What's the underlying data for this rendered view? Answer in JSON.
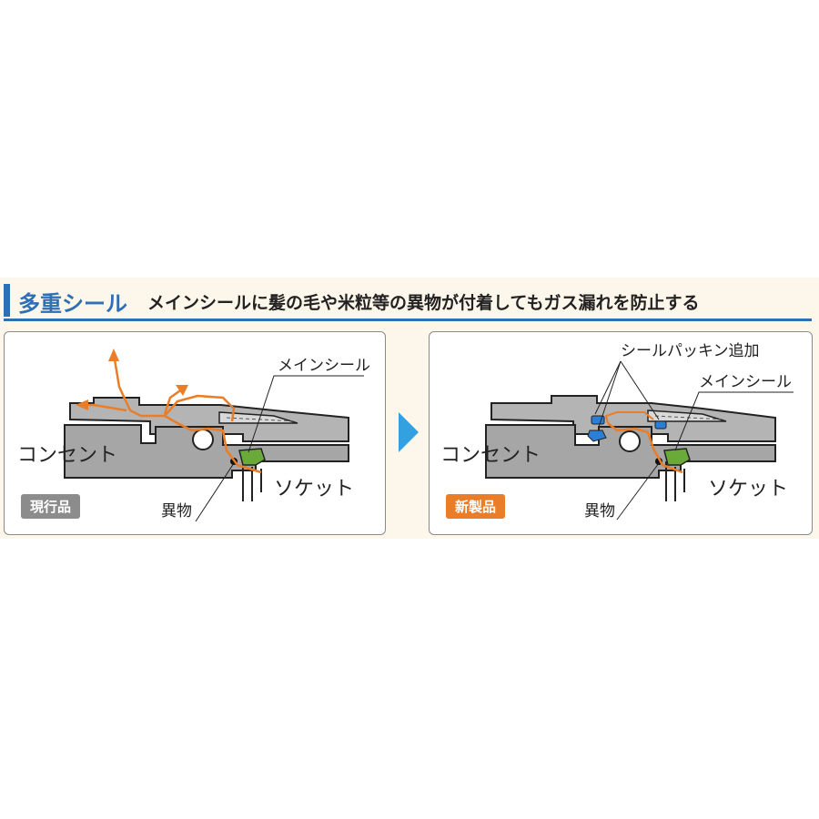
{
  "header": {
    "title": "多重シール",
    "subtitle": "メインシールに髪の毛や米粒等の異物が付着してもガス漏れを防止する"
  },
  "current": {
    "badge": "現行品",
    "main_seal": "メインシール",
    "outlet": "コンセント",
    "socket": "ソケット",
    "foreign": "異物"
  },
  "new": {
    "badge": "新製品",
    "added_packing": "シールパッキン追加",
    "main_seal": "メインシール",
    "outlet": "コンセント",
    "socket": "ソケット",
    "foreign": "異物"
  },
  "colors": {
    "accent_blue": "#2f6fb3",
    "leak_orange": "#ea7d27",
    "badge_gray": "#8c8c8c",
    "badge_orange": "#ea7d27",
    "seal_green": "#6aaa3a",
    "packing_blue": "#2b7fd4",
    "arrow_blue": "#33a0e0"
  }
}
